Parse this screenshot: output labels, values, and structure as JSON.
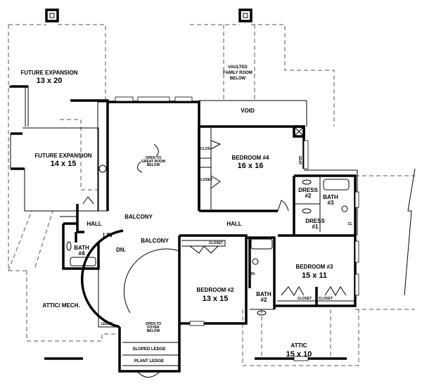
{
  "rooms": {
    "future_expansion_1": {
      "name": "FUTURE EXPANSION",
      "size": "13 x 20"
    },
    "future_expansion_2": {
      "name": "FUTURE EXPANSION",
      "size": "14 x 15"
    },
    "vaulted": {
      "line1": "VAULTED",
      "line2": "FAMILY ROOM",
      "line3": "BELOW"
    },
    "void": "VOID",
    "great_room": {
      "line1": "OPEN TO",
      "line2": "GREAT ROOM",
      "line3": "BELOW"
    },
    "bedroom4": {
      "name": "BEDROOM #4",
      "size": "16 x 16"
    },
    "closet_b4a": "CLOS",
    "closet_b4b": "CLOSET",
    "seat": "SEAT",
    "dress2": {
      "name": "DRESS",
      "num": "#2"
    },
    "bath3": {
      "name": "BATH",
      "num": "#3"
    },
    "dress1": {
      "name": "DRESS",
      "num": "#1"
    },
    "cl": "CL",
    "balcony_upper": "BALCONY",
    "hall_left": "HALL",
    "hall_right": "HALL",
    "bath4": {
      "name": "BATH",
      "num": "#4"
    },
    "lin": "LIN",
    "dn": "DN.",
    "balcony_lower": "BALCONY",
    "closet_b2": "CLOSET",
    "bedroom2": {
      "name": "BEDROOM #2",
      "size": "13 x 15"
    },
    "lin2": "LIN",
    "bath2": {
      "name": "BATH",
      "num": "#2"
    },
    "bedroom3": {
      "name": "BEDROOM #3",
      "size": "15 x 11"
    },
    "closet_b3a": "CLOSET",
    "closet_b3b": "CLOSET",
    "attic_mech": "ATTIC/ MECH.",
    "ledge": "LEDGE",
    "foyer": {
      "line1": "OPEN TO",
      "line2": "FOYER",
      "line3": "BELOW"
    },
    "sloped_ledge": "SLOPED LEDGE",
    "plant_ledge": "PLANT LEDGE",
    "attic": {
      "name": "ATTIC",
      "size": "15 x 10"
    }
  }
}
